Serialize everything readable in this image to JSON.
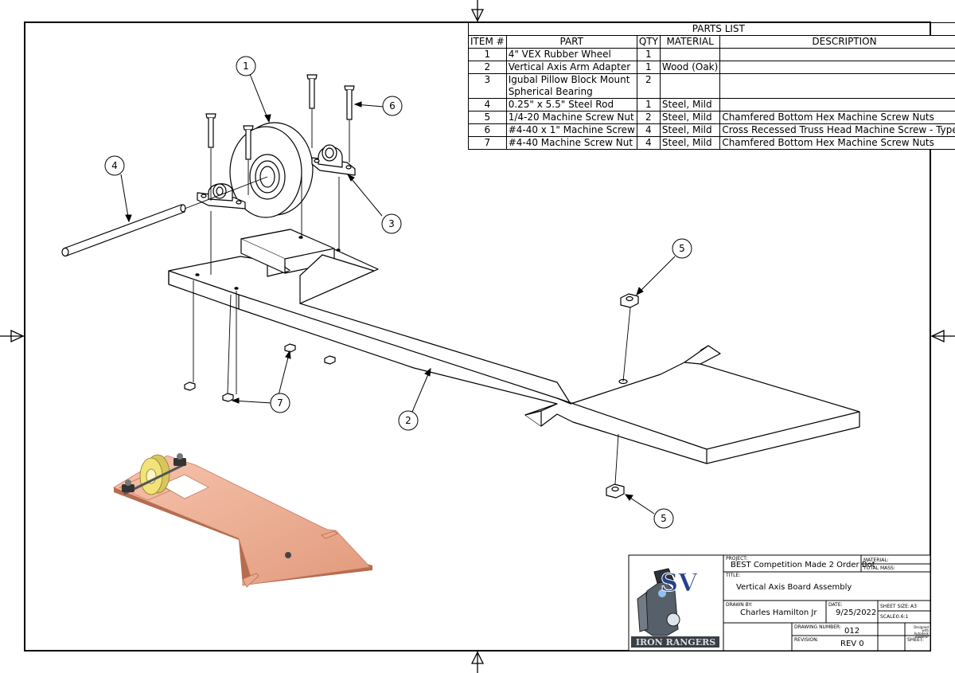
{
  "parts_list": {
    "title": "PARTS LIST",
    "headers": {
      "item": "ITEM #",
      "part": "PART",
      "qty": "QTY",
      "material": "MATERIAL",
      "description": "DESCRIPTION"
    },
    "rows": [
      {
        "item": "1",
        "part": "4\" VEX Rubber Wheel",
        "qty": "1",
        "material": "",
        "description": ""
      },
      {
        "item": "2",
        "part": "Vertical Axis Arm Adapter",
        "qty": "1",
        "material": "Wood (Oak)",
        "description": ""
      },
      {
        "item": "3",
        "part": "Igubal Pillow Block Mount Spherical Bearing",
        "qty": "2",
        "material": "",
        "description": ""
      },
      {
        "item": "4",
        "part": "0.25\" x 5.5\" Steel Rod",
        "qty": "1",
        "material": "Steel, Mild",
        "description": ""
      },
      {
        "item": "5",
        "part": "1/4-20 Machine Screw Nut",
        "qty": "2",
        "material": "Steel, Mild",
        "description": "Chamfered Bottom Hex Machine Screw Nuts"
      },
      {
        "item": "6",
        "part": "#4-40 x 1\" Machine Screw",
        "qty": "4",
        "material": "Steel, Mild",
        "description": "Cross Recessed Truss Head Machine Screw - Type II"
      },
      {
        "item": "7",
        "part": "#4-40 Machine Screw Nut",
        "qty": "4",
        "material": "Steel, Mild",
        "description": "Chamfered Bottom Hex Machine Screw Nuts"
      }
    ]
  },
  "balloons": [
    "1",
    "2",
    "3",
    "4",
    "5",
    "5",
    "6",
    "7"
  ],
  "title_block": {
    "project_label": "PROJECT:",
    "project": "BEST Competition Made 2 Order Bot",
    "material_label": "MATERIAL:",
    "total_mass_label": "TOTAL MASS:",
    "title_label": "TITLE:",
    "title": "Vertical Axis Board Assembly",
    "drawn_by_label": "DRAWN BY:",
    "drawn_by": "Charles Hamilton Jr",
    "date_label": "DATE:",
    "date": "9/25/2022",
    "sheet_size_label": "SHEET SIZE:",
    "sheet_size": "A3",
    "scale_label": "SCALE:",
    "scale": "0.6:1",
    "drawing_number_label": "DRAWING NUMBER:",
    "drawing_number": "012",
    "revision_label": "REVISION:",
    "revision": "REV 0",
    "sheet_label": "SHEET:",
    "designed_with": "Designed with Autodesk Inventor",
    "logo_text": "IRON RANGERS",
    "logo_monogram": "SV"
  },
  "colors": {
    "wood": "#e9a98e",
    "wheel": "#f2e27a",
    "line": "#000000"
  }
}
